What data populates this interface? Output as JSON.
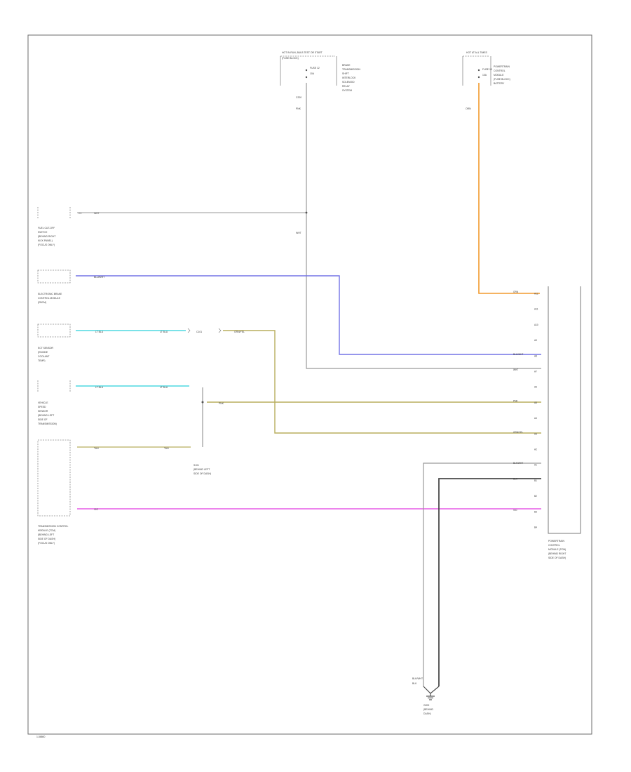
{
  "diagram": {
    "title": "",
    "colors": {
      "orange_wire": "#f29a2e",
      "blue_wire": "#7373e6",
      "cyan_wire": "#4fd8e0",
      "olive_wire": "#b8ad5e",
      "magenta_wire": "#e65ce6",
      "gray_wire": "#9a9a9a",
      "black_wire": "#4a4a4a",
      "text": "#3a3a3a"
    },
    "components": {
      "fuse_block_top": {
        "header": "HOT IN RUN, BULB TEST OR START",
        "subheader": "(FUSE BLOCK)",
        "fuse": "FUSE 12",
        "amps": "10A",
        "desc": [
          "BRAKE",
          "TRANSMISSION",
          "SHIFT",
          "INTERLOCK",
          "SOLENOID",
          "RELAY",
          "SYSTEM"
        ]
      },
      "fuse_block_right": {
        "header": "HOT AT ALL TIMES",
        "fuse": "FUSE 19",
        "amps": "10A",
        "desc": [
          "POWERTRAIN",
          "CONTROL",
          "MODULE",
          "(FUSE BLOCK)",
          "BATTERY"
        ]
      },
      "fuel_cutoff": {
        "desc": [
          "FUEL CUT-OFF",
          "SWITCH",
          "(BEHIND RIGHT",
          "KICK PANEL)",
          "(FOCUS ONLY)"
        ]
      },
      "electronic_brake": {
        "desc": [
          "ELECTRONIC BRAKE",
          "CONTROL MODULE",
          "(EBCM)"
        ]
      },
      "ect_sensor": {
        "desc": [
          "ECT SENSOR",
          "(ENGINE",
          "COOLANT",
          "TEMP)"
        ]
      },
      "vss_sensor": {
        "desc": [
          "VEHICLE",
          "SPEED",
          "SENSOR",
          "(BEHIND LEFT",
          "SIDE OF",
          "TRANSMISSION)"
        ]
      },
      "tcm": {
        "desc": [
          "TRANSMISSION CONTROL",
          "MODULE (TCM)",
          "(BEHIND LEFT",
          "SIDE OF DASH)",
          "(FOCUS ONLY)"
        ]
      },
      "splice": {
        "label": [
          "S101",
          "(BEHIND LEFT",
          "SIDE OF DASH)"
        ]
      },
      "pcm": {
        "desc": [
          "POWERTRAIN",
          "CONTROL",
          "MODULE (PCM)",
          "(BEHIND RIGHT",
          "SIDE OF DASH)"
        ]
      },
      "ground": {
        "label": [
          "G200",
          "(BEHIND",
          "DASH)"
        ],
        "wire_colors": [
          "BLK/WHT",
          "BLK"
        ]
      }
    },
    "wire_labels": {
      "orange": "ORN",
      "fuse_pink": "PNK",
      "fuse_pin": "C200",
      "fuel_wht": "WHT",
      "fuel_wht2": "WHT",
      "blue": "BLU/WHT",
      "cyan1": "LT BLU",
      "cyan2": "LT BLU",
      "connector_c101": "C101",
      "ect_olive": "GRN/YEL",
      "cyan3": "LT BLU",
      "cyan4": "LT BLU",
      "splice_pnk": "PNK",
      "tcm_tan": "TAN",
      "tcm_tan2": "TAN",
      "magenta": "VIO"
    },
    "pcm_pins": [
      {
        "wire": "ORN",
        "pin": "A12"
      },
      {
        "wire": "",
        "pin": "A11"
      },
      {
        "wire": "",
        "pin": "A10"
      },
      {
        "wire": "",
        "pin": "A9"
      },
      {
        "wire": "BLU/WHT",
        "pin": "A8"
      },
      {
        "wire": "WHT",
        "pin": "A7"
      },
      {
        "wire": "",
        "pin": "A6"
      },
      {
        "wire": "PNK",
        "pin": "A5"
      },
      {
        "wire": "",
        "pin": "A4"
      },
      {
        "wire": "GRN/YEL",
        "pin": "A3"
      },
      {
        "wire": "",
        "pin": "A2"
      },
      {
        "wire": "BLK/WHT",
        "pin": "A1"
      },
      {
        "wire": "BLK",
        "pin": "B1"
      },
      {
        "wire": "",
        "pin": "B2"
      },
      {
        "wire": "VIO",
        "pin": "B3"
      },
      {
        "wire": "",
        "pin": "B4"
      }
    ],
    "footer_code": "1-56800"
  }
}
